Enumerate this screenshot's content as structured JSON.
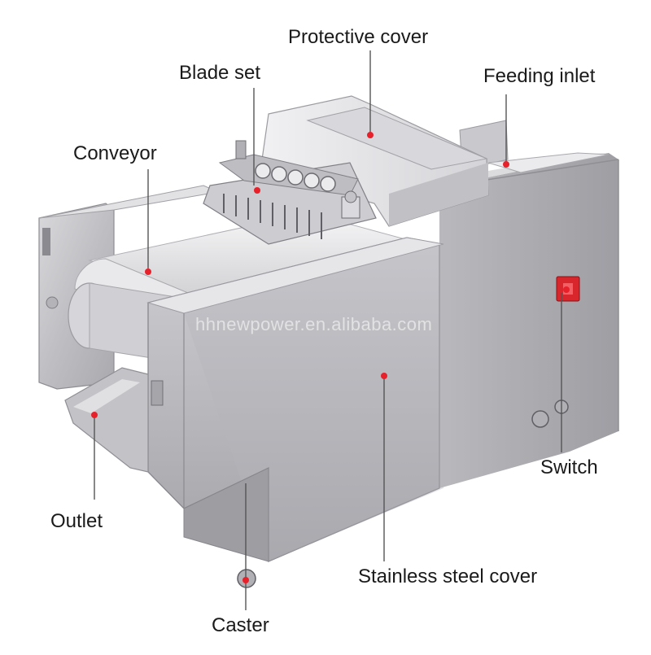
{
  "labels": {
    "protective_cover": "Protective cover",
    "blade_set": "Blade set",
    "feeding_inlet": "Feeding inlet",
    "conveyor": "Conveyor",
    "switch": "Switch",
    "outlet": "Outlet",
    "stainless_steel_cover": "Stainless steel cover",
    "caster": "Caster"
  },
  "watermark": "hhnewpower.en.alibaba.com",
  "colors": {
    "marker": "#e8202a",
    "leader_line": "#555555",
    "steel_light": "#e4e4e6",
    "steel_mid": "#c4c4c8",
    "steel_dark": "#9a9a9f"
  }
}
